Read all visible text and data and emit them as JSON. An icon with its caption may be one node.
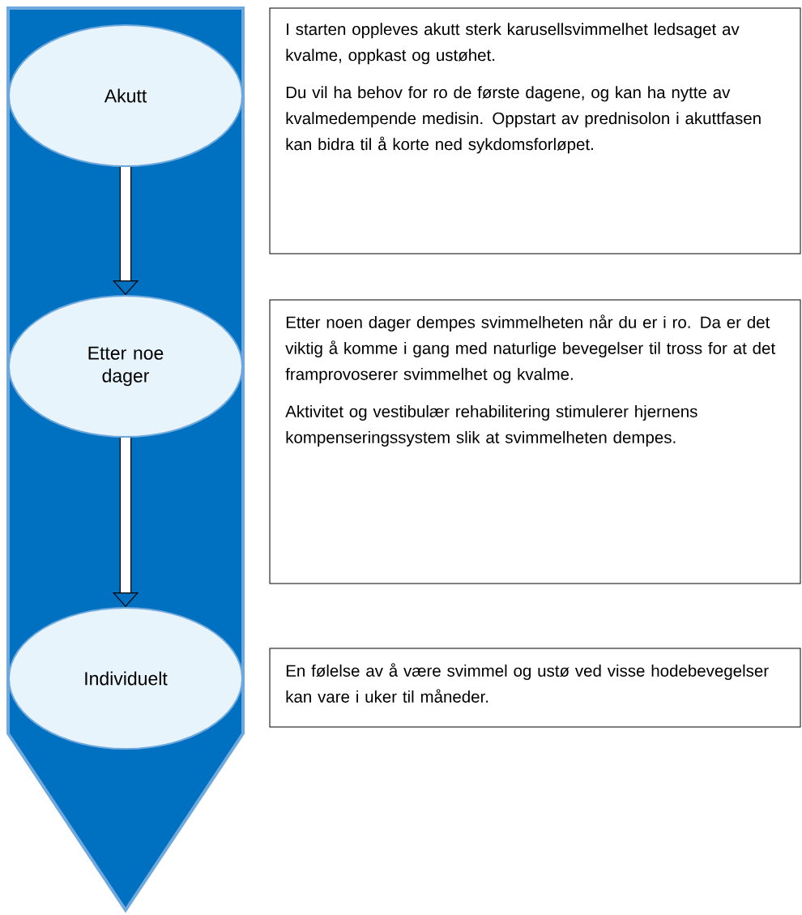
{
  "diagram": {
    "nodes": [
      {
        "text": [],
        "shape": "arrow"
      },
      {
        "text": [
          "Akutt"
        ],
        "in": 0
      },
      {
        "text": [
          "Etter noe dager"
        ],
        "in": 0
      },
      {
        "text": [
          "Individuelt"
        ],
        "in": 0
      },
      {
        "text": [
          "I starten oppleves akutt sterk karusellsvimmelhet ledsaget av kvalme, oppkast og ustøhet.",
          "Du vil ha behov for ro de første dagene, og kan ha nytte av kvalmedempende medisin. Oppstart av prednisolon i akuttfasen kan bidra til å korte ned sykdomsforløpet."
        ]
      },
      {
        "text": [
          "Etter noen dager dempes svimmelheten når du er i ro. Da er det viktig å komme i gang med naturlige bevegelser til tross for at det framprovoserer svimmelhet og kvalme.",
          "Aktivitet og vestibulær rehabilitering stimulerer hjernens kompenseringssystem slik at svimmelheten dempes."
        ]
      },
      {
        "text": [
          "En følelse av å være svimmel og ustø ved visse hodebevegelser kan vare i uker til måneder."
        ]
      }
    ],
    "edges": [
      {
        "from": 1,
        "to": 2,
        "arrow": "to"
      },
      {
        "from": 2,
        "to": 3,
        "arrow": "to"
      }
    ]
  }
}
